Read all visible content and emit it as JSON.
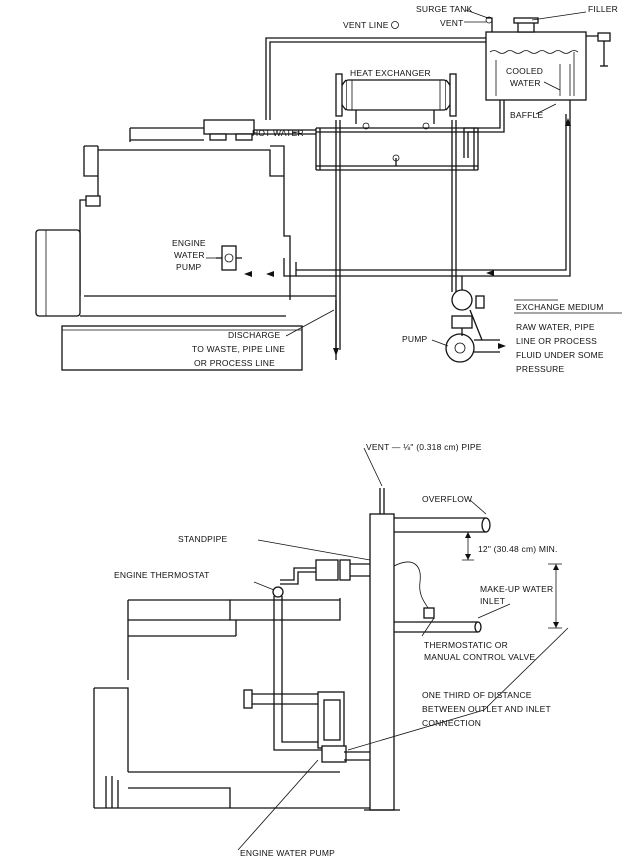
{
  "top_diagram": {
    "labels": {
      "surge_tank": "SURGE TANK",
      "filler": "FILLER",
      "vent_line": "VENT LINE",
      "vent": "VENT",
      "heat_exchanger": "HEAT EXCHANGER",
      "cooled": "COOLED",
      "water": "WATER",
      "baffle": "BAFFLE",
      "hot_water": "HOT WATER",
      "engine": "ENGINE",
      "water_word": "WATER",
      "pump_word": "PUMP",
      "exchange_medium": "EXCHANGE MEDIUM",
      "raw_water_1": "RAW WATER, PIPE",
      "raw_water_2": "LINE OR PROCESS",
      "raw_water_3": "FLUID UNDER SOME",
      "raw_water_4": "PRESSURE",
      "pump": "PUMP",
      "discharge_1": "DISCHARGE",
      "discharge_2": "TO WASTE, PIPE LINE",
      "discharge_3": "OR PROCESS LINE"
    }
  },
  "bottom_diagram": {
    "labels": {
      "vent_pipe": "VENT — ⅛\" (0.318 cm) PIPE",
      "overflow": "OVERFLOW",
      "min_dist": "12\" (30.48 cm) MIN.",
      "standpipe": "STANDPIPE",
      "engine_thermostat": "ENGINE THERMOSTAT",
      "makeup_1": "MAKE-UP WATER",
      "makeup_2": "INLET",
      "valve_1": "THERMOSTATIC OR",
      "valve_2": "MANUAL CONTROL VALVE",
      "third_1": "ONE THIRD OF DISTANCE",
      "third_2": "BETWEEN OUTLET AND INLET",
      "third_3": "CONNECTION",
      "engine_water_pump": "ENGINE WATER PUMP"
    }
  }
}
